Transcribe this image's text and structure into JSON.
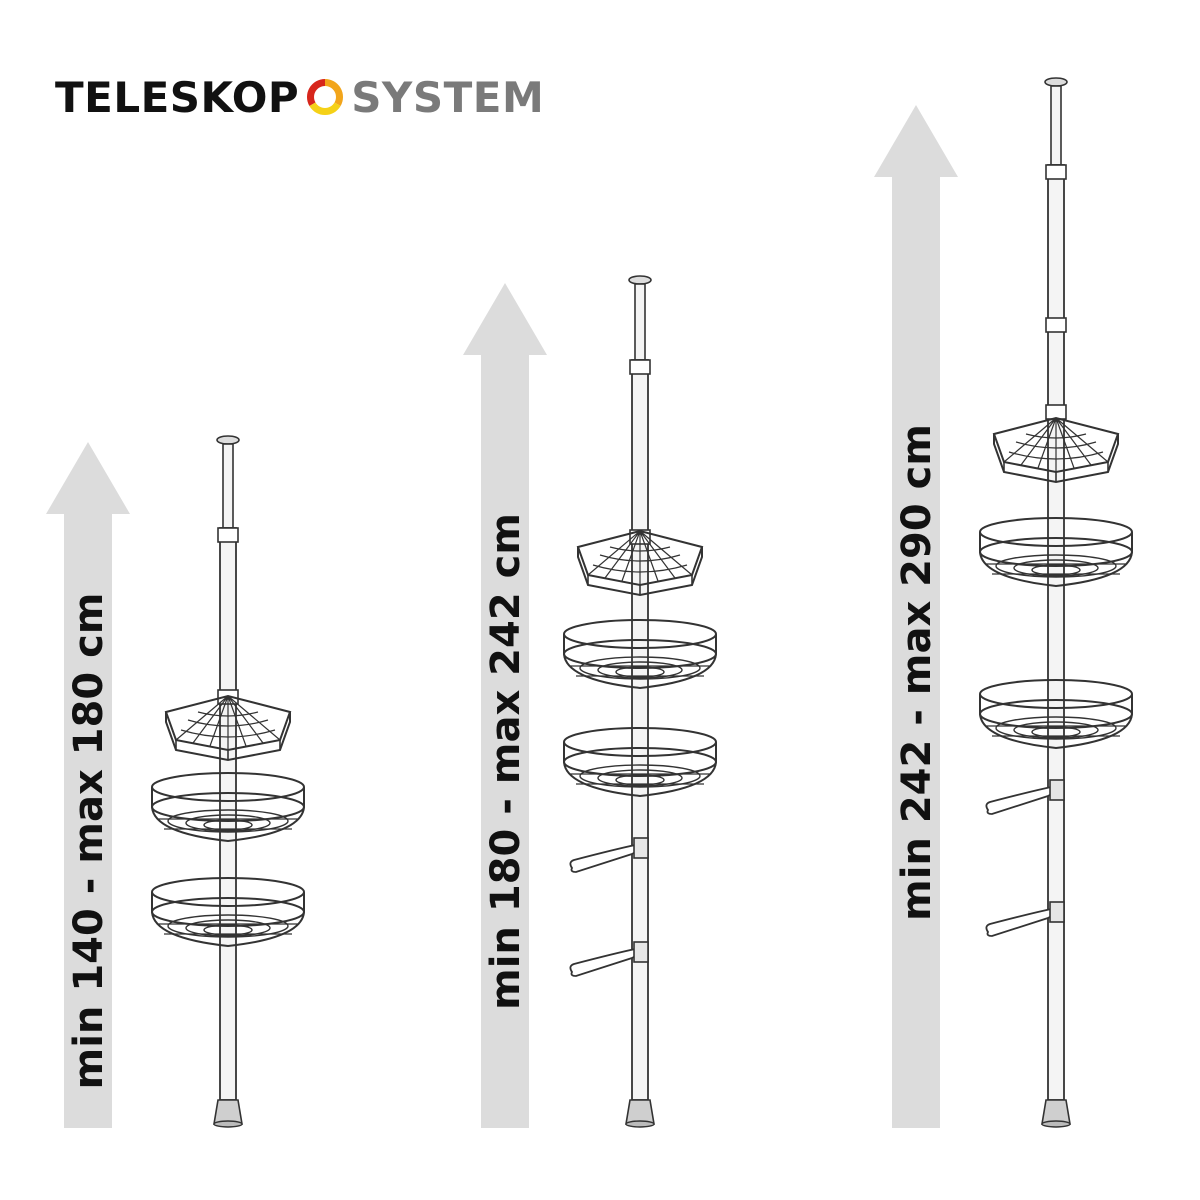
{
  "logo": {
    "word1": "TELESKOP",
    "word2": "SYSTEM",
    "mark_colors": [
      "#d7261c",
      "#f2a51b",
      "#f5d117"
    ]
  },
  "colors": {
    "arrow": "#dcdcdc",
    "pole_stroke": "#333333",
    "pole_fill": "#f4f4f4",
    "text": "#111111"
  },
  "ranges": [
    {
      "label": "min 140 - max 180 cm"
    },
    {
      "label": "min 180 - max 242 cm"
    },
    {
      "label": "min 242 - max 290 cm"
    }
  ]
}
